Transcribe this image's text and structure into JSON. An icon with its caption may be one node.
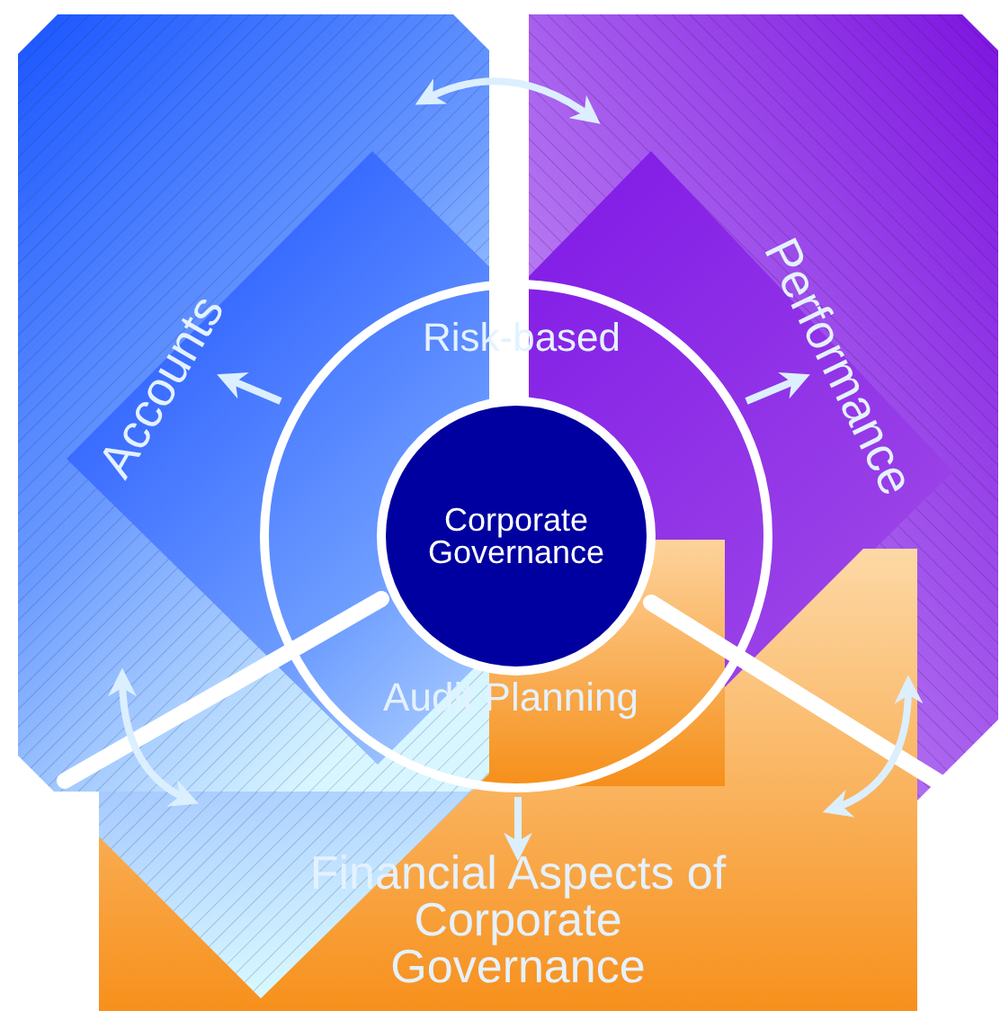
{
  "diagram": {
    "nodes": [
      {
        "text": [
          "Accounts"
        ]
      },
      {
        "text": [
          "Performance"
        ]
      },
      {
        "text": [
          "Financial Aspects of Corporate Governance"
        ]
      },
      {
        "text": [
          "Risk-based",
          "Audit Planning"
        ]
      },
      {
        "text": [
          "Corporate Governance"
        ]
      }
    ],
    "edges": [
      {
        "from": 0,
        "to": 1,
        "arrow": "both"
      },
      {
        "from": 0,
        "to": 2,
        "arrow": "both"
      },
      {
        "from": 1,
        "to": 2,
        "arrow": "both"
      },
      {
        "from": 3,
        "to": 0,
        "arrow": "to"
      },
      {
        "from": 3,
        "to": 1,
        "arrow": "to"
      },
      {
        "from": 3,
        "to": 2,
        "arrow": "to"
      }
    ]
  }
}
